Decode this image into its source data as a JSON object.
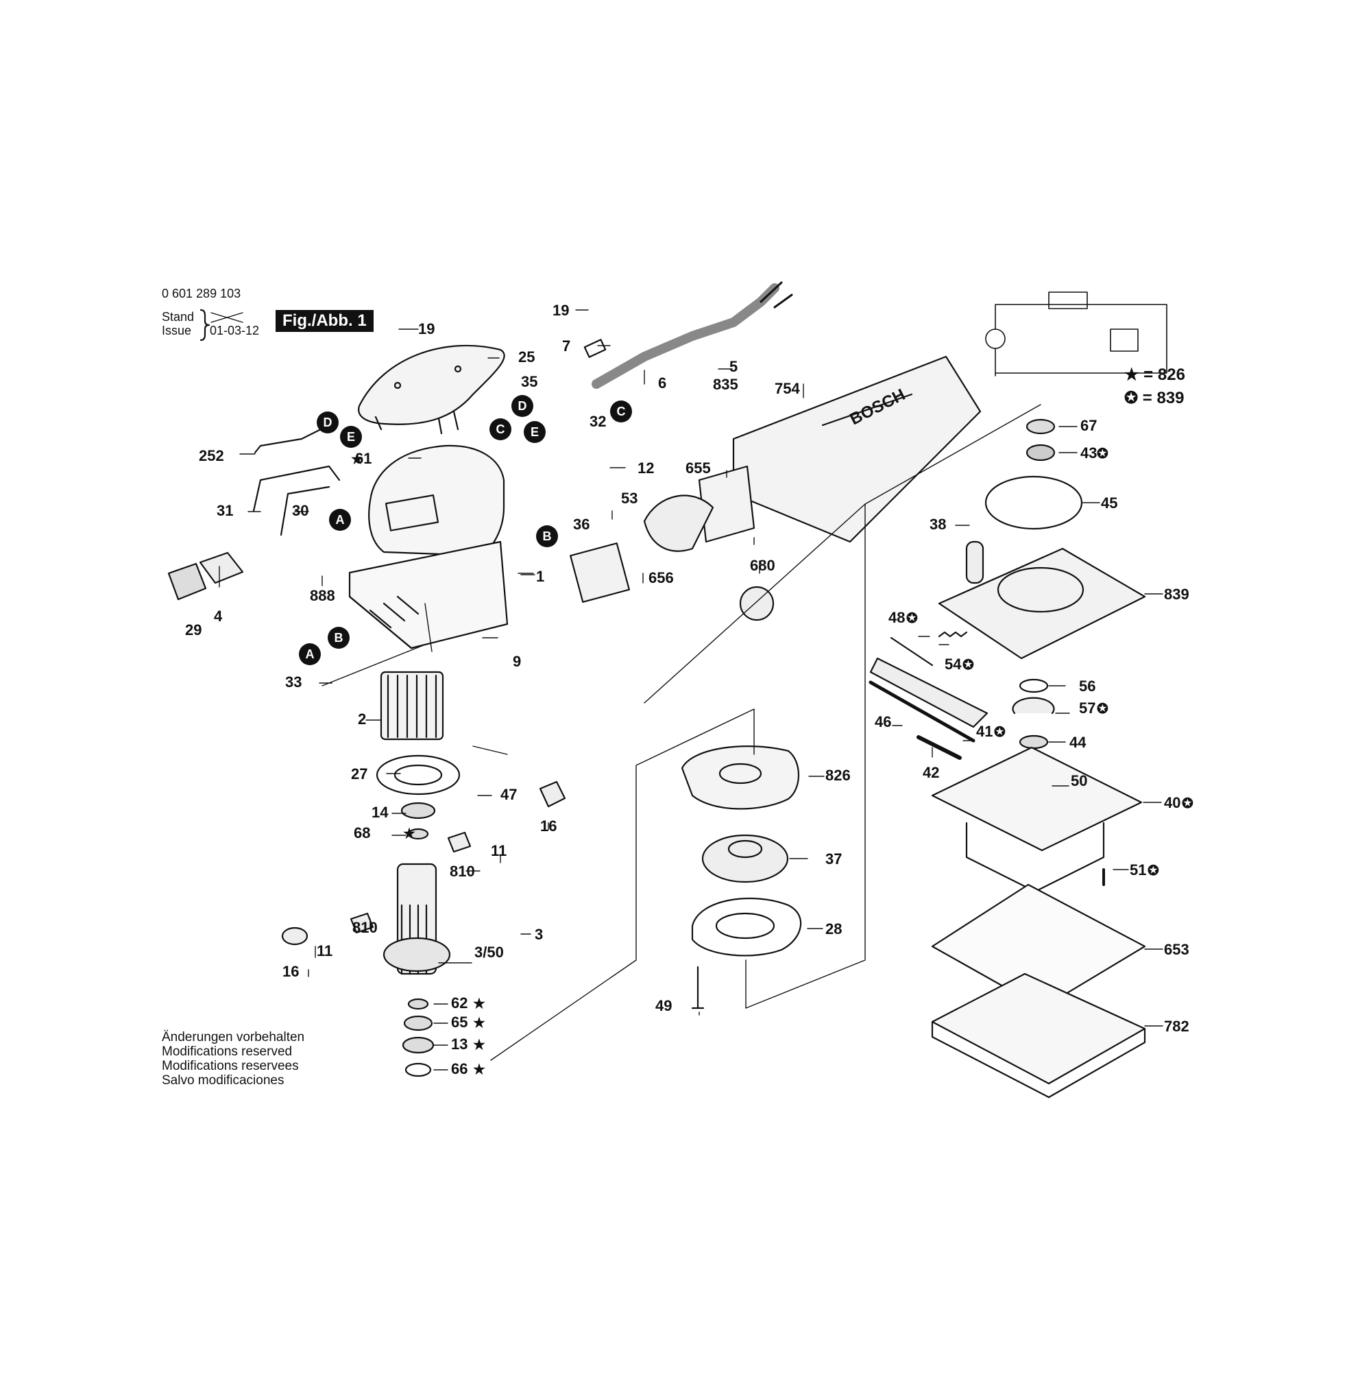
{
  "document": {
    "part_number": "0 601 289 103",
    "stand_label": "Stand",
    "issue_label": "Issue",
    "issue_date": "01-03-12",
    "figure_label": "Fig./Abb. 1"
  },
  "notes": [
    "Änderungen vorbehalten",
    "Modifications reserved",
    "Modifications reservees",
    "Salvo modificaciones"
  ],
  "legend": {
    "star": "★ = 826",
    "circle_star": "✪ = 839"
  },
  "connectors": [
    "A",
    "B",
    "C",
    "D",
    "E"
  ],
  "brand_mark": "BOSCH",
  "labels": {
    "p0": "19",
    "p1": "25",
    "p2": "19",
    "p3": "7",
    "p4": "6",
    "p5": "5",
    "p6": "835",
    "p7": "35",
    "p8": "32",
    "p9": "754",
    "p10": "252",
    "p11": "61",
    "p12": "12",
    "p13": "655",
    "p14": "31",
    "p15": "30",
    "p16": "53",
    "p17": "36",
    "p18": "656",
    "p19": "680",
    "p20": "1",
    "p21": "888",
    "p22": "4",
    "p23": "29",
    "p24": "9",
    "p25": "33",
    "p26": "2",
    "p27": "27",
    "p28": "47",
    "p29": "14",
    "p30": "68",
    "p31": "16",
    "p32": "11",
    "p33": "810",
    "p34": "810",
    "p35": "11",
    "p36": "16",
    "p37": "3",
    "p38": "3/50",
    "p39": "62",
    "p40": "65",
    "p41": "13",
    "p42": "66",
    "p43": "826",
    "p44": "37",
    "p45": "28",
    "p46": "49",
    "p47": "67",
    "p48": "43",
    "p49": "45",
    "p50": "38",
    "p51": "839",
    "p52": "48",
    "p53": "54",
    "p54": "56",
    "p55": "57",
    "p56": "46",
    "p57": "41",
    "p58": "44",
    "p59": "42",
    "p60": "50",
    "p61": "40",
    "p62": "51",
    "p63": "653",
    "p64": "782"
  }
}
